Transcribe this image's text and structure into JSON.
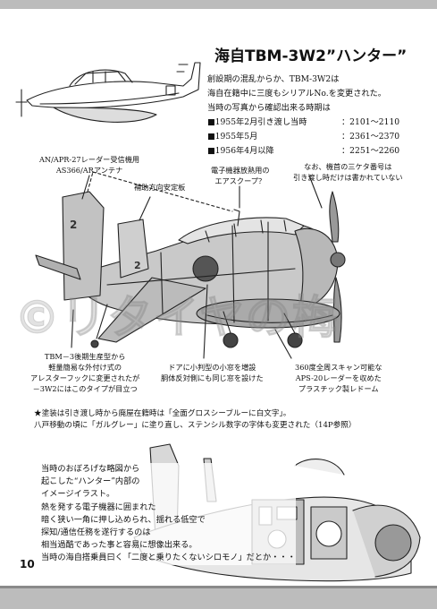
{
  "title": "海自TBM-3W2”ハンター”",
  "intro": {
    "lines": [
      "創設期の混乱からか、TBM-3W2は",
      "海自在籍中に三度もシリアルNo.を変更された。",
      "当時の写真から確認出来る時期は"
    ],
    "dates": [
      {
        "label": "■1955年2月引き渡し当時",
        "range": "：2101～2110"
      },
      {
        "label": "■1955年5月",
        "range": "：2361～2370"
      },
      {
        "label": "■1956年4月以降",
        "range": "：2251～2260"
      }
    ]
  },
  "callouts": {
    "radar_antenna": [
      "AN/APR-27レーダー受信機用",
      "AS366/ARアンテナ"
    ],
    "aux_stabilizer": [
      "補助方向安定板"
    ],
    "air_scoop": [
      "電子機器放熱用の",
      "エアスクープ？"
    ],
    "serial_note": [
      "なお、機首の三ケタ番号は",
      "引き渡し時だけは書かれていない"
    ],
    "arrester_hook": [
      "TBM－3後期生産型から",
      "軽量簡易な外付け式の",
      "アレスターフックに変更されたが",
      "－3W2にはこのタイプが目立つ"
    ],
    "window": [
      "ドアに小判型の小窓を増設",
      "胴体反対側にも同じ窓を設けた"
    ],
    "radome": [
      "360度全周スキャン可能な",
      "APS-20レーダーを収めた",
      "プラスチック製レドーム"
    ]
  },
  "scheme": [
    "★塗装は引き渡し時から廃屋在籍時は「全面グロスシーブルーに白文字」。",
    "八戸移動の頃に「ガルグレー」に塗り直し、ステンシル数字の字体も変更された（14P参照）"
  ],
  "illustration_caption": [
    "当時のおぼろげな略図から",
    "起こした“ハンター”内部の",
    "イメージイラスト。",
    "熱を発する電子機器に囲まれた",
    "暗く狭い一角に押し込められ、揺れる低空で",
    "探知/通信任務を遂行するのは",
    "相当過酷であった事と容易に想像出来る。",
    "当時の海自搭乗員曰く「二度と乗りたくないシロモノ」だとか・・・"
  ],
  "page_number": "10",
  "watermark": "©リタイヤの梅",
  "aircraft_markings": {
    "tail": "2",
    "fuselage": "2"
  }
}
